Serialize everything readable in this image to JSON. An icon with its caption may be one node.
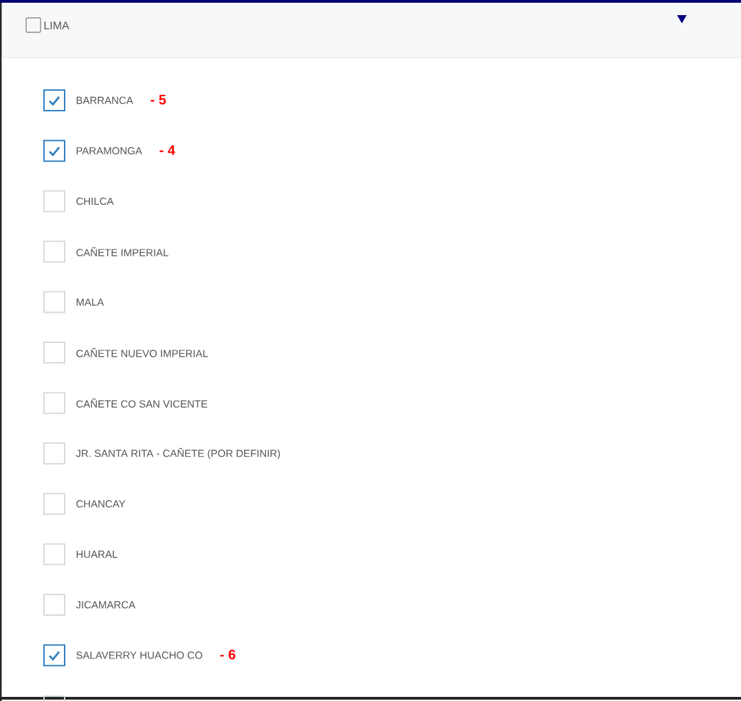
{
  "diagram": {
    "nodes": [
      {
        "text": [
          "LIMA"
        ]
      },
      {
        "text": [
          "BARRANCA"
        ],
        "beside": [
          "- 5"
        ]
      },
      {
        "text": [
          "PARAMONGA"
        ],
        "beside": [
          "- 4"
        ]
      },
      {
        "text": [
          "CHILCA"
        ]
      },
      {
        "text": [
          "CAÑETE IMPERIAL"
        ]
      },
      {
        "text": [
          "MALA"
        ]
      },
      {
        "text": [
          "CAÑETE NUEVO IMPERIAL"
        ]
      },
      {
        "text": [
          "CAÑETE CO SAN VICENTE"
        ]
      },
      {
        "text": [
          "JR. SANTA RITA - CAÑETE (POR DEFINIR)"
        ]
      },
      {
        "text": [
          "CHANCAY"
        ]
      },
      {
        "text": [
          "HUARAL"
        ]
      },
      {
        "text": [
          "JICAMARCA"
        ]
      },
      {
        "text": [
          "SALAVERRY HUACHO CO"
        ],
        "beside": [
          "- 6"
        ]
      }
    ]
  }
}
